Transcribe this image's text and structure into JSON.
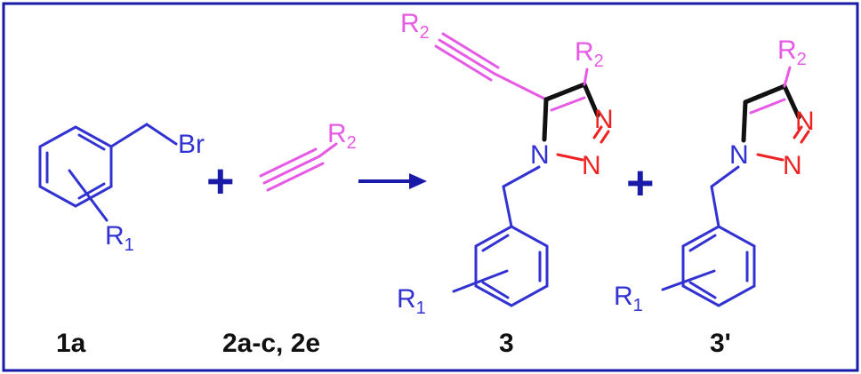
{
  "atoms": {
    "bromine": "Br",
    "r1_main": "R",
    "r1_sub": "1",
    "r2_main": "R",
    "r2_sub": "2",
    "nitrogen": "N"
  },
  "operators": {
    "plus": "+"
  },
  "compounds": {
    "benzyl_bromide": "1a",
    "alkynes": "2a-c, 2e",
    "product_3": "3",
    "product_3_prime": "3'"
  },
  "colors": {
    "frame": "#1a1aa8",
    "benzyl": "#3232d2",
    "alkyne": "#e65ae6",
    "triazole_nitrogen": "#ee2222",
    "triazole_bond": "#111111",
    "arrow": "#1a1aa8"
  }
}
